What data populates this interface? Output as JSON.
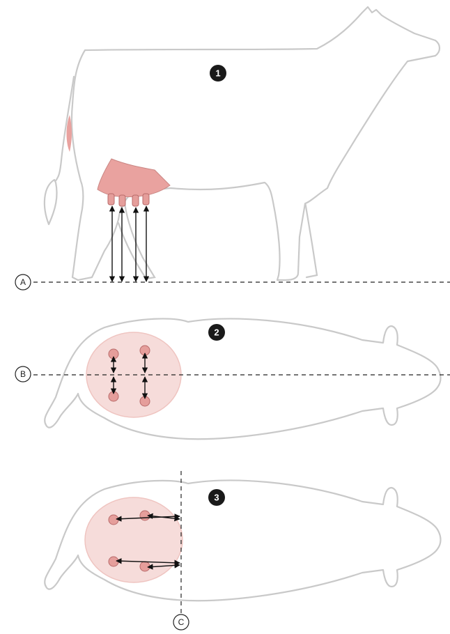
{
  "colors": {
    "udder_fill": "#e9a29f",
    "udder_zone_fill": "#f6dcda",
    "udder_zone_stroke": "#efc4c0",
    "teat_fill": "#e59e9b",
    "outline": "#c9c9c9",
    "badge": "#1a1a1a"
  },
  "views": [
    {
      "badge": "1",
      "reference_label": "A"
    },
    {
      "badge": "2",
      "reference_label": "B"
    },
    {
      "badge": "3",
      "reference_label": "C"
    }
  ]
}
